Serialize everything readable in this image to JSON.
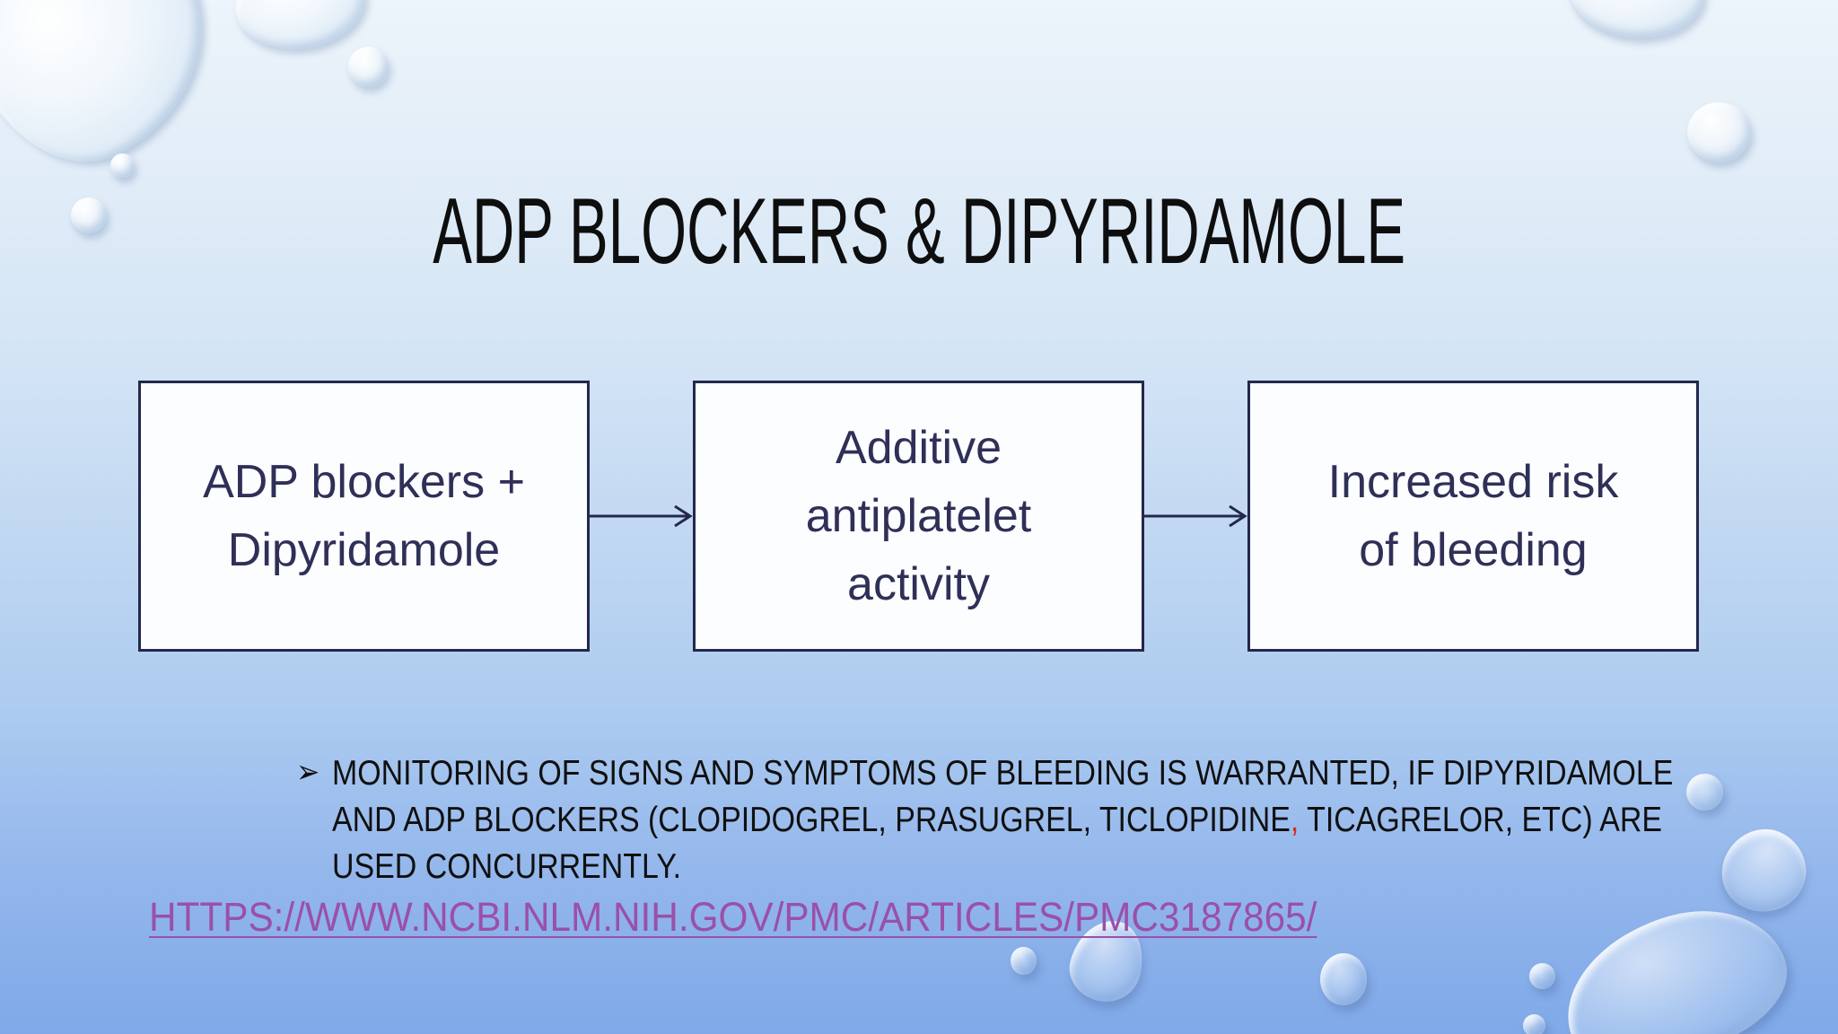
{
  "slide": {
    "title": "ADP BLOCKERS & DIPYRIDAMOLE",
    "title_color": "#0e0e0e"
  },
  "diagram": {
    "boxes": [
      {
        "label": "ADP blockers +\nDipyridamole"
      },
      {
        "label": "Additive\nantiplatelet\nactivity"
      },
      {
        "label": "Increased risk\nof bleeding"
      }
    ],
    "box_fill": "#fcfdff",
    "box_border_color": "#23284c",
    "box_text_color": "#2e3057",
    "arrow_color": "#23284c"
  },
  "note": {
    "bullet_glyph": "➢",
    "text_color": "#101010",
    "highlight_color": "#e3261d",
    "lines": [
      [
        {
          "text": "MONITORING OF SIGNS AND SYMPTOMS OF BLEEDING IS WARRANTED, IF DIPYRIDAMOLE"
        }
      ],
      [
        {
          "text": "AND ADP BLOCKERS (CLOPIDOGREL, PRASUGREL, TICLOPIDINE"
        },
        {
          "text": ",",
          "color": "#e3261d"
        },
        {
          "text": " TICAGRELOR, ETC) ARE"
        }
      ],
      [
        {
          "text": "USED CONCURRENTLY."
        }
      ]
    ]
  },
  "link": {
    "url_text": "HTTPS://WWW.NCBI.NLM.NIH.GOV/PMC/ARTICLES/PMC3187865/",
    "color": "#9b50a8"
  },
  "background": {
    "gradient_top": "#edf4fb",
    "gradient_bottom": "#7fa9e8"
  }
}
